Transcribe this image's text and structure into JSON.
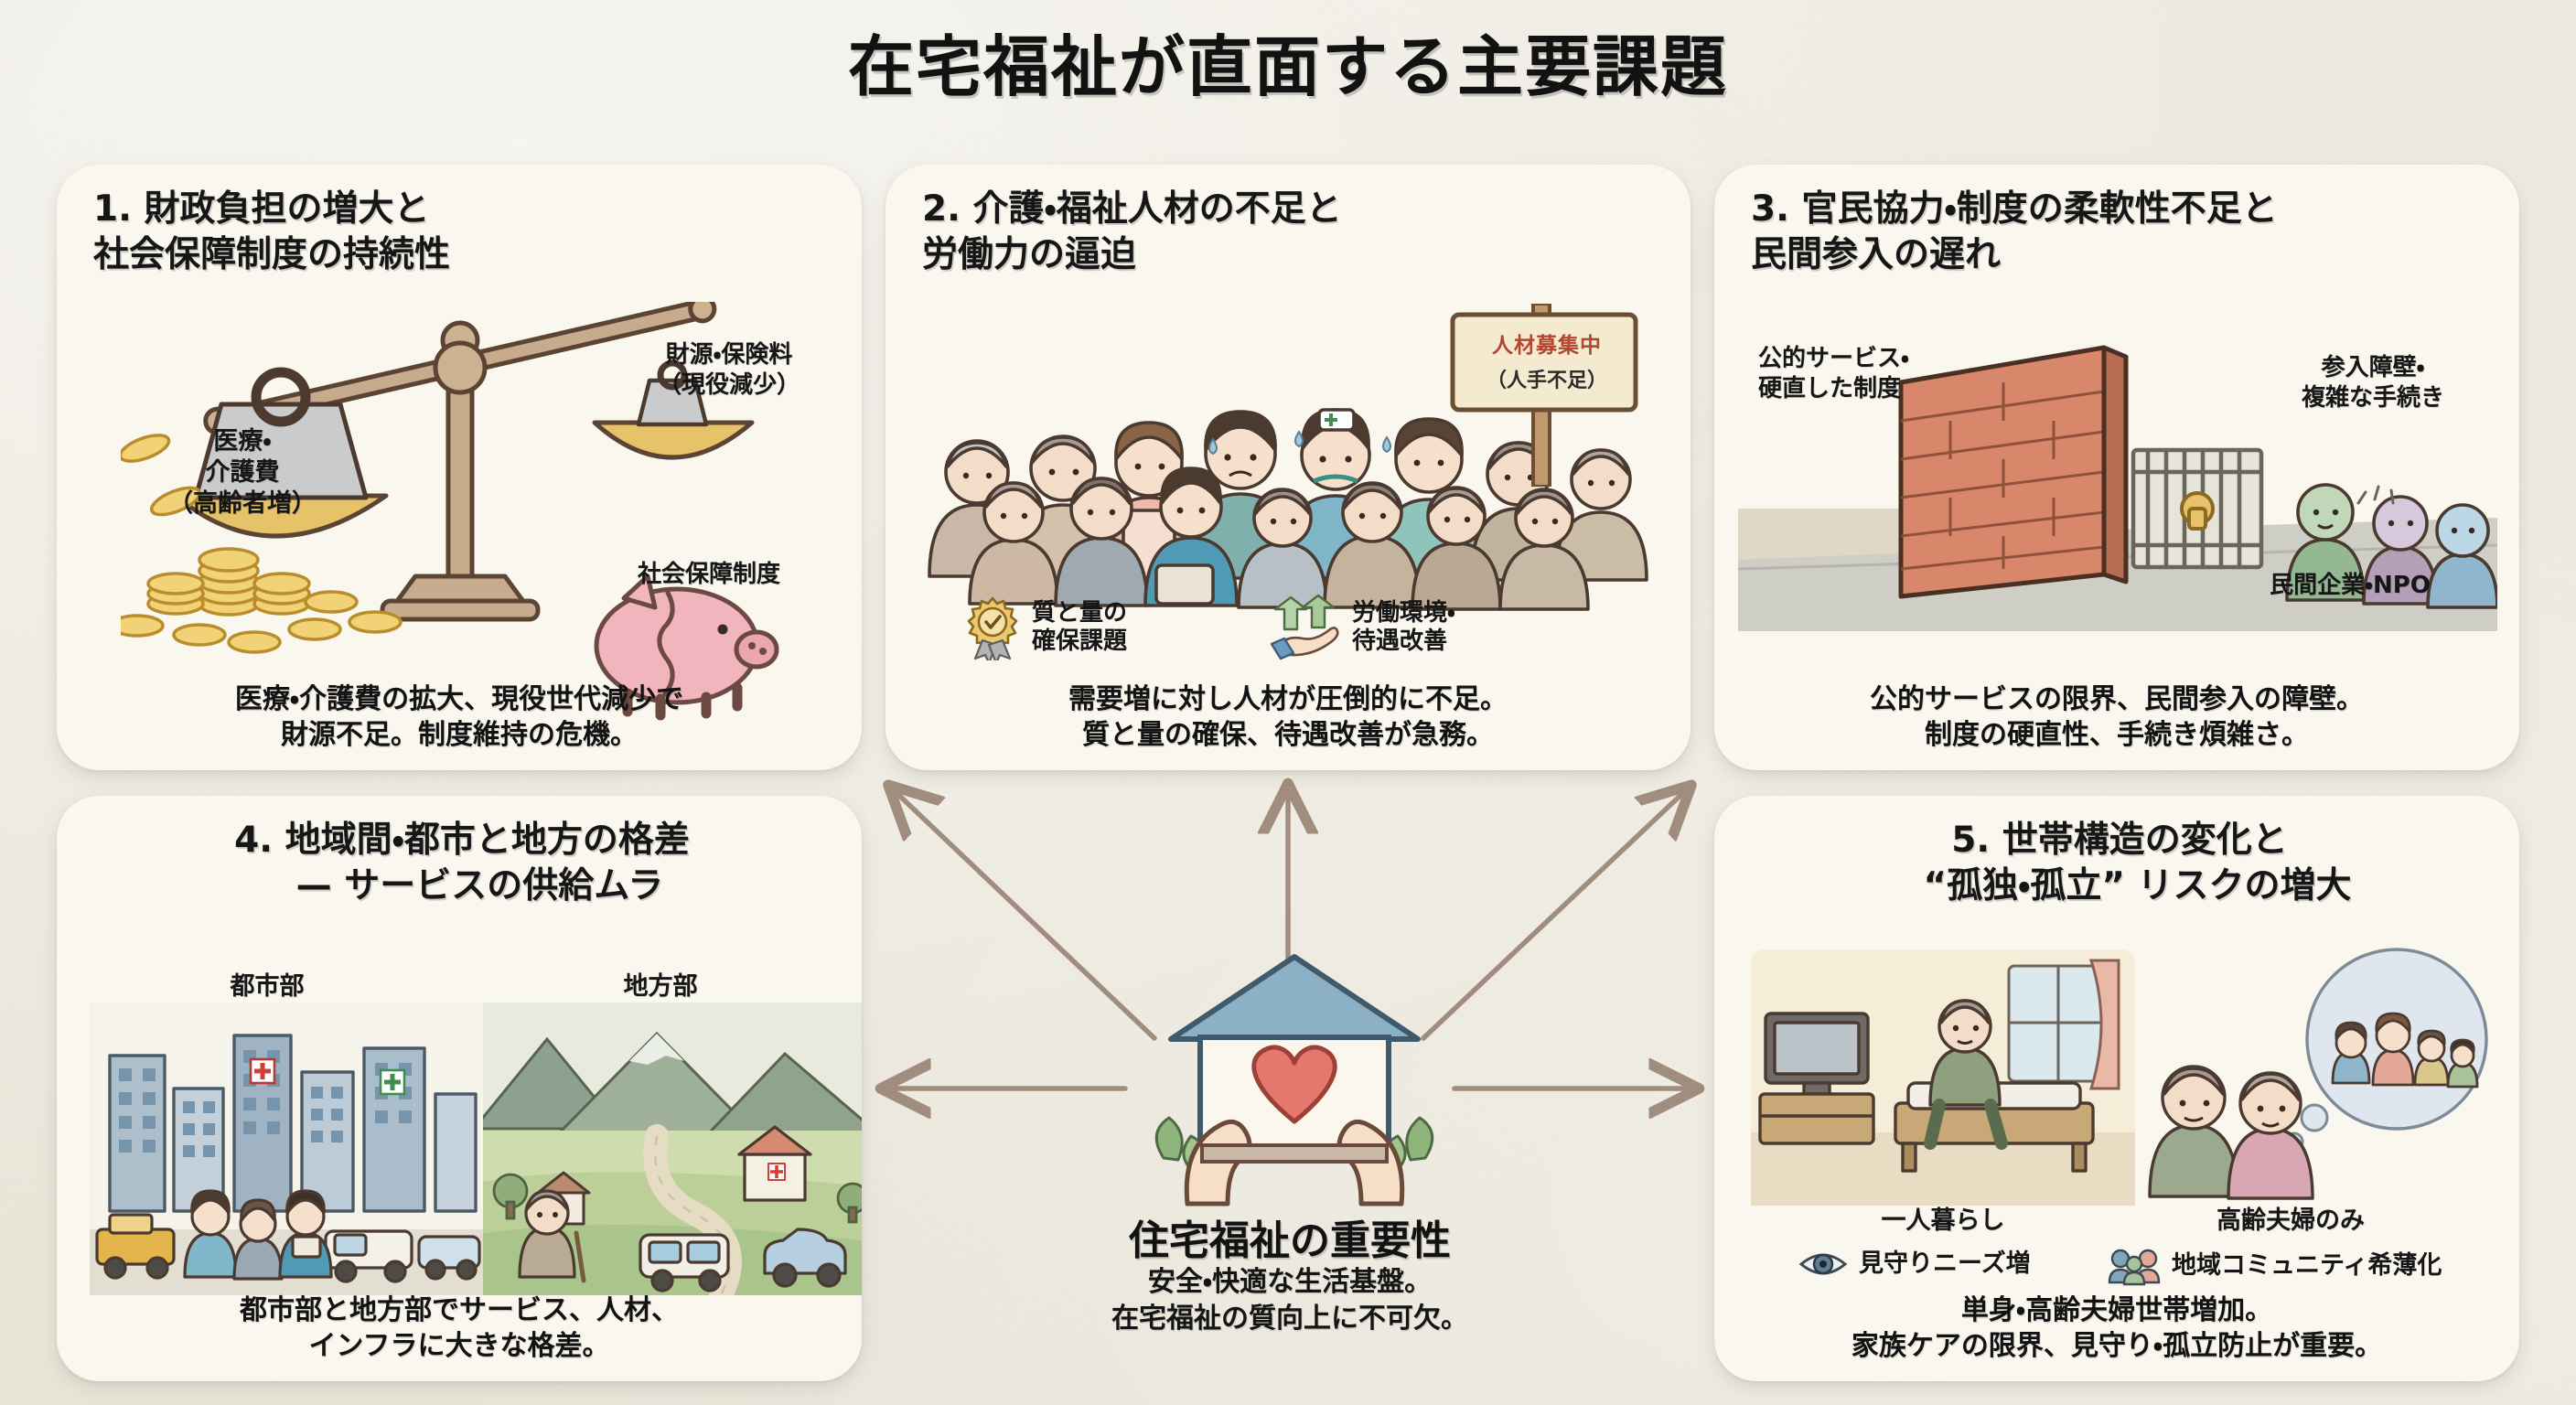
{
  "page": {
    "title": "在宅福祉が直面する主要課題",
    "background_color": "#efece2",
    "card_color": "#faf7ef"
  },
  "cards": [
    {
      "id": "card1",
      "number": "1.",
      "title": "1. 財政負担の増大と\n社会保障制度の持続性",
      "illustration": "balance-scale-coins-piggybank",
      "labels": {
        "weight": "医療・\n介護費\n（高齢者増）",
        "right_top": "財源・保険料\n（現役減少）",
        "right_bottom": "社会保障制度"
      },
      "footer": "医療・介護費の拡大、現役世代減少で\n財源不足。制度維持の危機。"
    },
    {
      "id": "card2",
      "number": "2.",
      "title": "2. 介護・福祉人材の不足と\n労働力の逼迫",
      "illustration": "crowd-of-caregivers-and-elderly",
      "sign": {
        "line1": "人材募集中",
        "line2": "（人手不足）",
        "color": "#b4452f"
      },
      "icon_items": [
        {
          "icon": "rosette-award-icon",
          "label": "質と量の\n確保課題"
        },
        {
          "icon": "hand-with-up-arrows-icon",
          "label": "労働環境・\n待遇改善"
        }
      ],
      "footer": "需要増に対し人材が圧倒的に不足。\n質と量の確保、待遇改善が急務。"
    },
    {
      "id": "card3",
      "number": "3.",
      "title": "3. 官民協力・制度の柔軟性不足と\n民間参入の遅れ",
      "illustration": "brick-wall-with-locked-gate",
      "labels": {
        "left": "公的サービス・\n硬直した制度",
        "right": "参入障壁・\n複雑な手続き",
        "bottom_right": "民間企業・NPO"
      },
      "footer": "公的サービスの限界、民間参入の障壁。\n制度の硬直性、手続き煩雑さ。"
    },
    {
      "id": "card4",
      "number": "4.",
      "title": "4. 地域間・都市と地方の格差\n　— サービスの供給ムラ",
      "illustration": "city-versus-rural-landscape",
      "labels": {
        "left": "都市部",
        "right": "地方部"
      },
      "footer": "都市部と地方部でサービス、人材、\nインフラに大きな格差。"
    },
    {
      "id": "card5",
      "number": "5.",
      "title": "5. 世帯構造の変化と\n　“孤独・孤立” リスクの増大",
      "illustration": "lonely-elderly-and-elderly-couple",
      "labels": {
        "left": "一人暮らし",
        "right": "高齢夫婦のみ"
      },
      "icon_items": [
        {
          "icon": "eye-watch-icon",
          "label": "見守りニーズ増"
        },
        {
          "icon": "community-people-icon",
          "label": "地域コミュニティ希薄化"
        }
      ],
      "footer": "単身・高齢夫婦世帯増加。\n家族ケアの限界、見守り・孤立防止が重要。"
    }
  ],
  "hub": {
    "illustration": "house-with-heart-in-hands",
    "title": "住宅福祉の重要性",
    "subtitle": "安全・快適な生活基盤。\n在宅福祉の質向上に不可欠。",
    "heart_color": "#e5776f",
    "roof_color": "#7fa6bd"
  },
  "arrows": {
    "count": 5,
    "color": "#a08d7e",
    "targets": [
      "card1",
      "card2",
      "card3",
      "card4",
      "card5"
    ]
  }
}
